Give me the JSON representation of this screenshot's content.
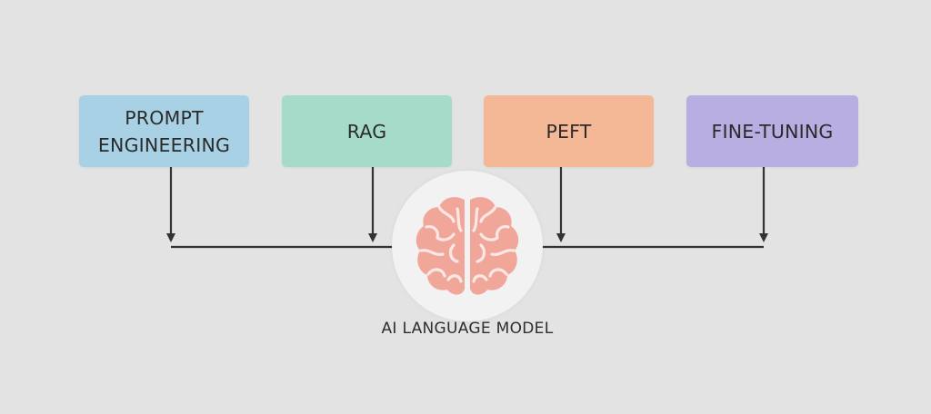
{
  "boxes": [
    {
      "label": "PROMPT ENGINEERING",
      "color": "#a9d1e5"
    },
    {
      "label": "RAG",
      "color": "#a6dbca"
    },
    {
      "label": "PEFT",
      "color": "#f5b896"
    },
    {
      "label": "FINE-TUNING",
      "color": "#b8aee2"
    }
  ],
  "hub": {
    "label": "AI LANGUAGE MODEL",
    "icon": "brain-icon",
    "icon_color": "#f1a69a"
  },
  "connector_color": "#333333"
}
